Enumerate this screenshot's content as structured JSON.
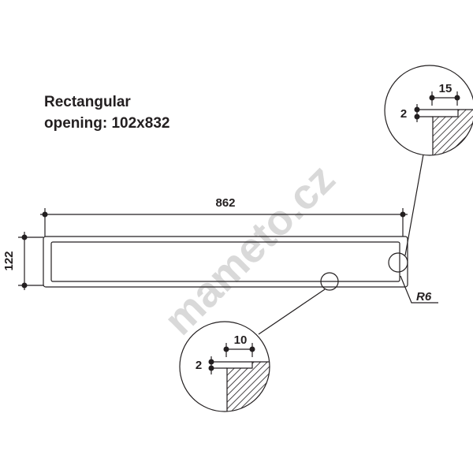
{
  "title": {
    "line1": "Rectangular",
    "line2": "opening: 102x832"
  },
  "dimensions": {
    "length": "862",
    "height": "122",
    "radius": "R6"
  },
  "detail_right": {
    "width": "15",
    "step": "2"
  },
  "detail_bottom": {
    "width": "10",
    "step": "2"
  },
  "watermark": "mameto.cz",
  "colors": {
    "ink": "#231f20",
    "watermark": "#d9d9d9"
  }
}
